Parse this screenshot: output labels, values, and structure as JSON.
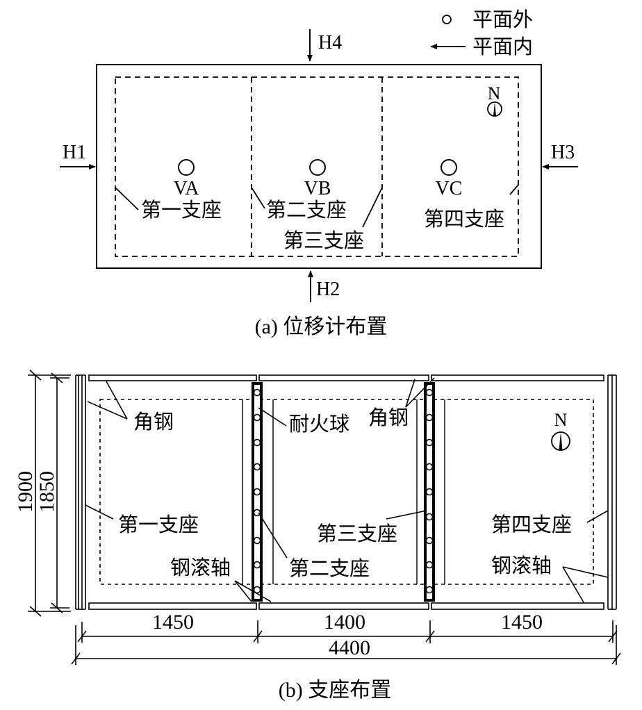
{
  "legend": {
    "out_of_plane": "平面外",
    "in_plane": "平面内"
  },
  "panel_a": {
    "caption": "(a) 位移计布置",
    "horizontal_gauges": [
      "H1",
      "H2",
      "H3",
      "H4"
    ],
    "vertical_gauges": [
      "VA",
      "VB",
      "VC"
    ],
    "supports": [
      "第一支座",
      "第二支座",
      "第三支座",
      "第四支座"
    ],
    "north": "N"
  },
  "panel_b": {
    "caption": "(b) 支座布置",
    "labels": {
      "angle_steel": "角钢",
      "fire_ball": "耐火球",
      "roller": "钢滚轴",
      "support1": "第一支座",
      "support2": "第二支座",
      "support3": "第三支座",
      "support4": "第四支座"
    },
    "north": "N",
    "dimensions": {
      "height_outer": "1900",
      "height_inner": "1850",
      "span1": "1450",
      "span2": "1400",
      "span3": "1450",
      "total": "4400"
    }
  }
}
